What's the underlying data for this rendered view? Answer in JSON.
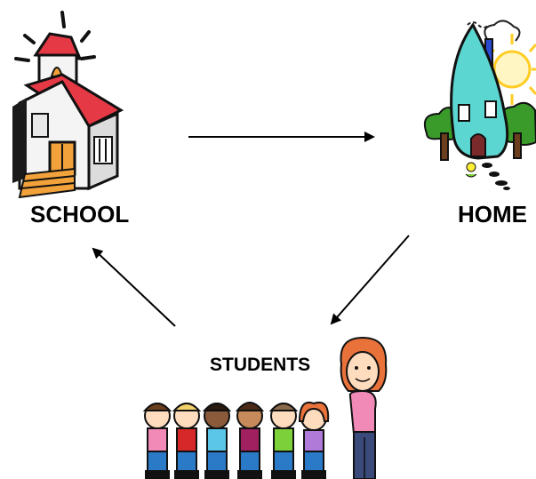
{
  "nodes": {
    "school": {
      "label": "SCHOOL"
    },
    "home": {
      "label": "HOME"
    },
    "students": {
      "label": "STUDENTS"
    }
  },
  "edges": [
    {
      "from": "school",
      "to": "home"
    },
    {
      "from": "home",
      "to": "students"
    },
    {
      "from": "students",
      "to": "school"
    }
  ],
  "colors": {
    "school_roof": "#e53945",
    "house_body": "#5cd6d0",
    "sun": "#ffcc22",
    "tree": "#3a9a2a"
  }
}
